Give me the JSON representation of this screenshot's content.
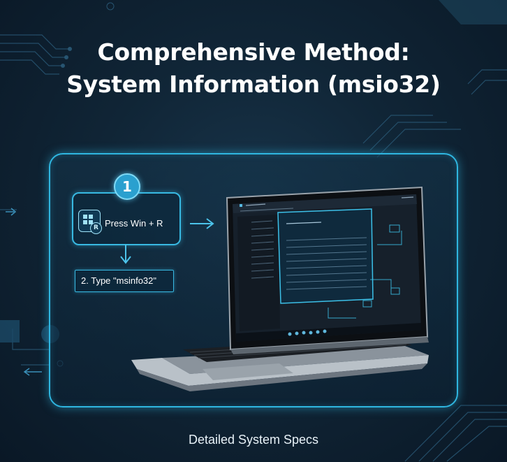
{
  "title": {
    "line1": "Comprehensive Method:",
    "line2": "System Information (msio32)"
  },
  "step1": {
    "number": "1",
    "text": "Press Win + R",
    "key_badge": "R",
    "icon": "windows-logo-icon"
  },
  "step2": {
    "text": "2. Type \"msinfo32\""
  },
  "caption": "Detailed System Specs",
  "colors": {
    "accent": "#2fb6e0",
    "background": "#102536",
    "text": "#ffffff"
  }
}
